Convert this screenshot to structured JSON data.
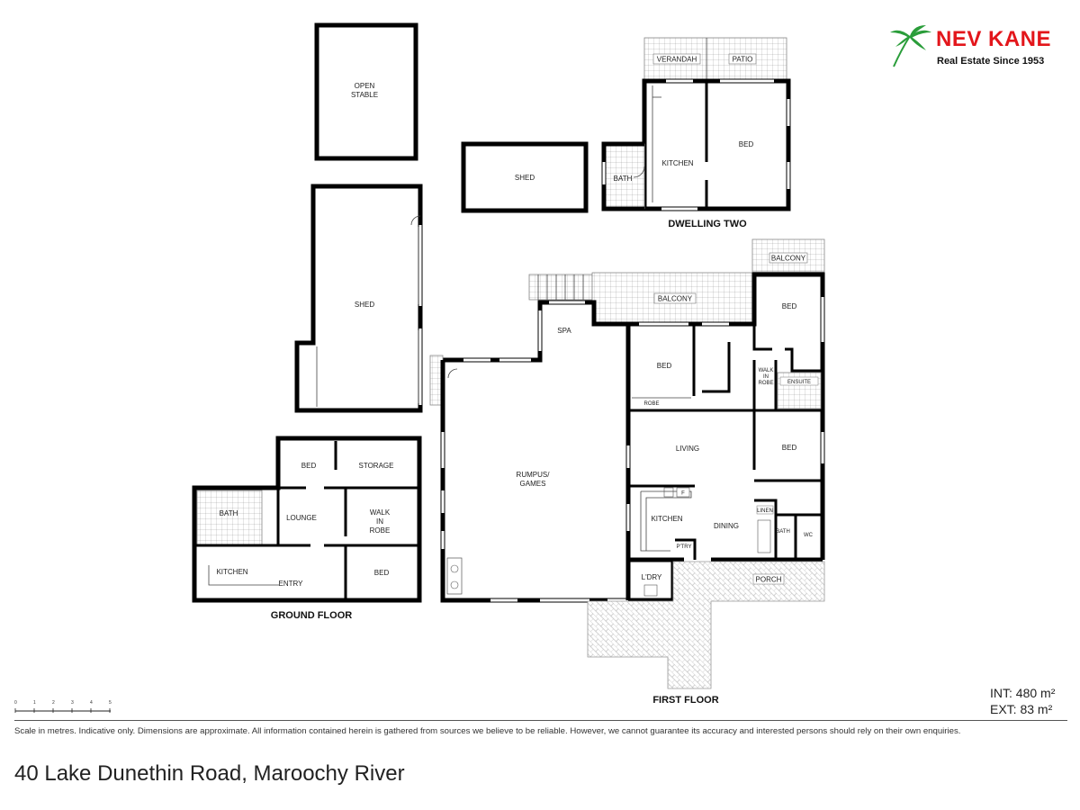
{
  "brand": {
    "name": "NEV KANE",
    "tagline": "Real Estate Since 1953",
    "color": "#e3161b",
    "leaf_color": "#2a9d3a"
  },
  "areas": {
    "internal": "INT: 480 m²",
    "external": "EXT: 83 m²"
  },
  "scale": {
    "ticks": [
      "0",
      "1",
      "2",
      "3",
      "4",
      "5"
    ]
  },
  "disclaimer": "Scale in metres. Indicative only. Dimensions are approximate. All information contained herein is gathered from sources we believe to be reliable. However, we cannot guarantee its accuracy and interested persons should rely on their own enquiries.",
  "address": "40 Lake Dunethin Road, Maroochy River",
  "sections": {
    "ground_floor": "GROUND FLOOR",
    "first_floor": "FIRST FLOOR",
    "dwelling_two": "DWELLING TWO"
  },
  "rooms": {
    "open_stable": [
      "OPEN",
      "STABLE"
    ],
    "shed_small": "SHED",
    "shed_large": "SHED",
    "d2_verandah": "VERANDAH",
    "d2_patio": "PATIO",
    "d2_bath": "BATH",
    "d2_kitchen": "KITCHEN",
    "d2_bed": "BED",
    "ff_balcony_main": "BALCONY",
    "ff_balcony_small": "BALCONY",
    "ff_spa": "SPA",
    "ff_rumpus": [
      "RUMPUS/",
      "GAMES"
    ],
    "ff_bed1": "BED",
    "ff_robe": "ROBE",
    "ff_bed_master": "BED",
    "ff_walk_in_robe": [
      "WALK",
      "IN",
      "ROBE"
    ],
    "ff_ensuite": "ENSUITE",
    "ff_living": "LIVING",
    "ff_bed3": "BED",
    "ff_kitchen": "KITCHEN",
    "ff_fridge": "F",
    "ff_dining": "DINING",
    "ff_pantry": "P'TRY",
    "ff_linen": "LINEN",
    "ff_bath": "BATH",
    "ff_wc": "WC",
    "ff_laundry": "L'DRY",
    "ff_porch": "PORCH",
    "gf_bed1": "BED",
    "gf_storage": "STORAGE",
    "gf_bath": "BATH",
    "gf_lounge": "LOUNGE",
    "gf_walk_in_robe": [
      "WALK",
      "IN",
      "ROBE"
    ],
    "gf_kitchen": "KITCHEN",
    "gf_entry": "ENTRY",
    "gf_bed2": "BED"
  }
}
